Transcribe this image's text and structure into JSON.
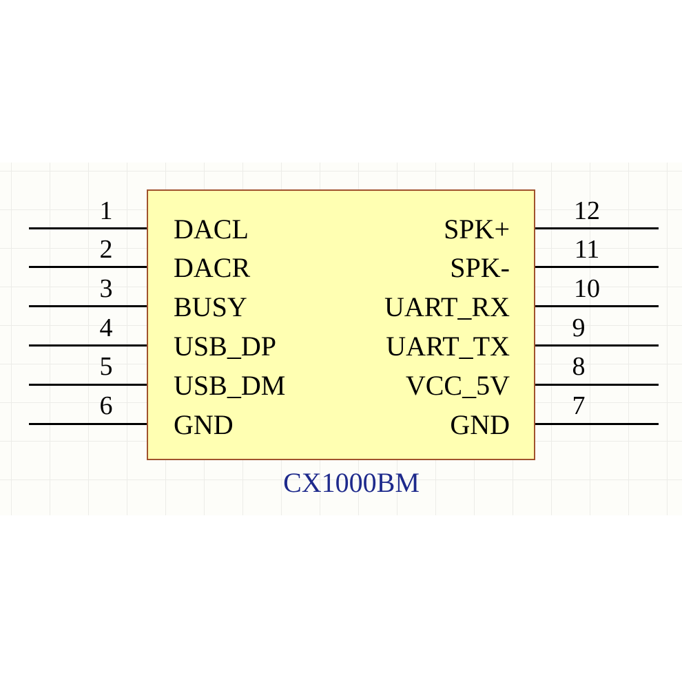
{
  "component": {
    "part_name": "CX1000BM",
    "left_pins": [
      {
        "number": "1",
        "label": "DACL"
      },
      {
        "number": "2",
        "label": "DACR"
      },
      {
        "number": "3",
        "label": "BUSY"
      },
      {
        "number": "4",
        "label": "USB_DP"
      },
      {
        "number": "5",
        "label": "USB_DM"
      },
      {
        "number": "6",
        "label": "GND"
      }
    ],
    "right_pins": [
      {
        "number": "12",
        "label": "SPK+"
      },
      {
        "number": "11",
        "label": "SPK-"
      },
      {
        "number": "10",
        "label": "UART_RX"
      },
      {
        "number": "9",
        "label": "UART_TX"
      },
      {
        "number": "8",
        "label": "VCC_5V"
      },
      {
        "number": "7",
        "label": "GND"
      }
    ]
  },
  "colors": {
    "body_fill": "#ffffb2",
    "body_border": "#a0522d",
    "part_name": "#1e2a8c",
    "grid": "#ecece8"
  }
}
